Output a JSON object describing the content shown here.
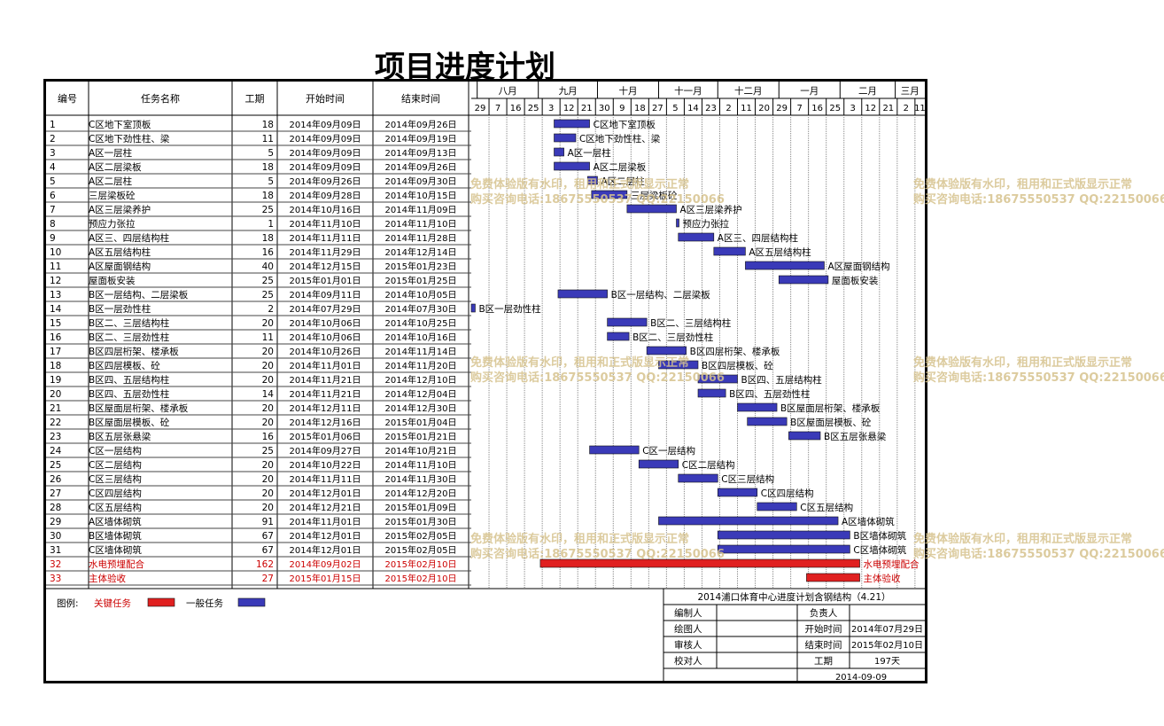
{
  "title": "项目进度计划",
  "table_headers": [
    "编号",
    "任务名称",
    "工期",
    "开始时间",
    "结束时间"
  ],
  "months": [
    "八月",
    "九月",
    "十月",
    "十一月",
    "十二月",
    "一月",
    "二月",
    "三月"
  ],
  "days": [
    "29",
    "7",
    "16",
    "25",
    "3",
    "12",
    "21",
    "30",
    "9",
    "18",
    "27",
    "5",
    "14",
    "23",
    "2",
    "11",
    "20",
    "29",
    "7",
    "16",
    "25",
    "3",
    "12",
    "21",
    "2",
    "11"
  ],
  "chart_data": {
    "type": "gantt",
    "title": "项目进度计划",
    "x_range": [
      "2014-07-29",
      "2015-03-16"
    ],
    "colors": {
      "critical": "#e02020",
      "normal": "#3a3ab8",
      "critical_text": "#cc0000"
    },
    "tasks": [
      {
        "id": "1",
        "name": "C区地下室顶板",
        "days": "18",
        "start": "2014年09月09日",
        "end": "2014年09月26日",
        "s": "2014-09-09",
        "e": "2014-09-26",
        "label": "C区地下室顶板",
        "critical": false
      },
      {
        "id": "2",
        "name": "C区地下劲性柱、梁",
        "days": "11",
        "start": "2014年09月09日",
        "end": "2014年09月19日",
        "s": "2014-09-09",
        "e": "2014-09-19",
        "label": "C区地下劲性柱、梁",
        "critical": false
      },
      {
        "id": "3",
        "name": "A区一层柱",
        "days": "5",
        "start": "2014年09月09日",
        "end": "2014年09月13日",
        "s": "2014-09-09",
        "e": "2014-09-13",
        "label": "A区一层柱",
        "critical": false
      },
      {
        "id": "4",
        "name": "A区二层梁板",
        "days": "18",
        "start": "2014年09月09日",
        "end": "2014年09月26日",
        "s": "2014-09-09",
        "e": "2014-09-26",
        "label": "A区二层梁板",
        "critical": false
      },
      {
        "id": "5",
        "name": "A区二层柱",
        "days": "5",
        "start": "2014年09月26日",
        "end": "2014年09月30日",
        "s": "2014-09-26",
        "e": "2014-09-30",
        "label": "A区二层柱",
        "critical": false
      },
      {
        "id": "6",
        "name": "三层梁板砼",
        "days": "18",
        "start": "2014年09月28日",
        "end": "2014年10月15日",
        "s": "2014-09-28",
        "e": "2014-10-15",
        "label": "三层梁板砼",
        "critical": false
      },
      {
        "id": "7",
        "name": "A区三层梁养护",
        "days": "25",
        "start": "2014年10月16日",
        "end": "2014年11月09日",
        "s": "2014-10-16",
        "e": "2014-11-09",
        "label": "A区三层梁养护",
        "critical": false
      },
      {
        "id": "8",
        "name": "预应力张拉",
        "days": "1",
        "start": "2014年11月10日",
        "end": "2014年11月10日",
        "s": "2014-11-10",
        "e": "2014-11-10",
        "label": "预应力张拉",
        "critical": false
      },
      {
        "id": "9",
        "name": "A区三、四层结构柱",
        "days": "18",
        "start": "2014年11月11日",
        "end": "2014年11月28日",
        "s": "2014-11-11",
        "e": "2014-11-28",
        "label": "A区三、四层结构柱",
        "critical": false
      },
      {
        "id": "10",
        "name": "A区五层结构柱",
        "days": "16",
        "start": "2014年11月29日",
        "end": "2014年12月14日",
        "s": "2014-11-29",
        "e": "2014-12-14",
        "label": "A区五层结构柱",
        "critical": false
      },
      {
        "id": "11",
        "name": "A区屋面钢结构",
        "days": "40",
        "start": "2014年12月15日",
        "end": "2015年01月23日",
        "s": "2014-12-15",
        "e": "2015-01-23",
        "label": "A区屋面钢结构",
        "critical": false
      },
      {
        "id": "12",
        "name": "屋面板安装",
        "days": "25",
        "start": "2015年01月01日",
        "end": "2015年01月25日",
        "s": "2015-01-01",
        "e": "2015-01-25",
        "label": "屋面板安装",
        "critical": false
      },
      {
        "id": "13",
        "name": "B区一层结构、二层梁板",
        "days": "25",
        "start": "2014年09月11日",
        "end": "2014年10月05日",
        "s": "2014-09-11",
        "e": "2014-10-05",
        "label": "B区一层结构、二层梁板",
        "critical": false
      },
      {
        "id": "14",
        "name": "B区一层劲性柱",
        "days": "2",
        "start": "2014年07月29日",
        "end": "2014年07月30日",
        "s": "2014-07-29",
        "e": "2014-07-30",
        "label": "B区一层劲性柱",
        "critical": false
      },
      {
        "id": "15",
        "name": "B区二、三层结构柱",
        "days": "20",
        "start": "2014年10月06日",
        "end": "2014年10月25日",
        "s": "2014-10-06",
        "e": "2014-10-25",
        "label": "B区二、三层结构柱",
        "critical": false
      },
      {
        "id": "16",
        "name": "B区二、三层劲性柱",
        "days": "11",
        "start": "2014年10月06日",
        "end": "2014年10月16日",
        "s": "2014-10-06",
        "e": "2014-10-16",
        "label": "B区二、三层劲性柱",
        "critical": false
      },
      {
        "id": "17",
        "name": "B区四层桁架、楼承板",
        "days": "20",
        "start": "2014年10月26日",
        "end": "2014年11月14日",
        "s": "2014-10-26",
        "e": "2014-11-14",
        "label": "B区四层桁架、楼承板",
        "critical": false
      },
      {
        "id": "18",
        "name": "B区四层模板、砼",
        "days": "20",
        "start": "2014年11月01日",
        "end": "2014年11月20日",
        "s": "2014-11-01",
        "e": "2014-11-20",
        "label": "B区四层模板、砼",
        "critical": false
      },
      {
        "id": "19",
        "name": "B区四、五层结构柱",
        "days": "20",
        "start": "2014年11月21日",
        "end": "2014年12月10日",
        "s": "2014-11-21",
        "e": "2014-12-10",
        "label": "B区四、五层结构柱",
        "critical": false
      },
      {
        "id": "20",
        "name": "B区四、五层劲性柱",
        "days": "14",
        "start": "2014年11月21日",
        "end": "2014年12月04日",
        "s": "2014-11-21",
        "e": "2014-12-04",
        "label": "B区四、五层劲性柱",
        "critical": false
      },
      {
        "id": "21",
        "name": "B区屋面层桁架、楼承板",
        "days": "20",
        "start": "2014年12月11日",
        "end": "2014年12月30日",
        "s": "2014-12-11",
        "e": "2014-12-30",
        "label": "B区屋面层桁架、楼承板",
        "critical": false
      },
      {
        "id": "22",
        "name": "B区屋面层模板、砼",
        "days": "20",
        "start": "2014年12月16日",
        "end": "2015年01月04日",
        "s": "2014-12-16",
        "e": "2015-01-04",
        "label": "B区屋面层模板、砼",
        "critical": false
      },
      {
        "id": "23",
        "name": "B区五层张悬梁",
        "days": "16",
        "start": "2015年01月06日",
        "end": "2015年01月21日",
        "s": "2015-01-06",
        "e": "2015-01-21",
        "label": "B区五层张悬梁",
        "critical": false
      },
      {
        "id": "24",
        "name": "C区一层结构",
        "days": "25",
        "start": "2014年09月27日",
        "end": "2014年10月21日",
        "s": "2014-09-27",
        "e": "2014-10-21",
        "label": "C区一层结构",
        "critical": false
      },
      {
        "id": "25",
        "name": "C区二层结构",
        "days": "20",
        "start": "2014年10月22日",
        "end": "2014年11月10日",
        "s": "2014-10-22",
        "e": "2014-11-10",
        "label": "C区二层结构",
        "critical": false
      },
      {
        "id": "26",
        "name": "C区三层结构",
        "days": "20",
        "start": "2014年11月11日",
        "end": "2014年11月30日",
        "s": "2014-11-11",
        "e": "2014-11-30",
        "label": "C区三层结构",
        "critical": false
      },
      {
        "id": "27",
        "name": "C区四层结构",
        "days": "20",
        "start": "2014年12月01日",
        "end": "2014年12月20日",
        "s": "2014-12-01",
        "e": "2014-12-20",
        "label": "C区四层结构",
        "critical": false
      },
      {
        "id": "28",
        "name": "C区五层结构",
        "days": "20",
        "start": "2014年12月21日",
        "end": "2015年01月09日",
        "s": "2014-12-21",
        "e": "2015-01-09",
        "label": "C区五层结构",
        "critical": false
      },
      {
        "id": "29",
        "name": "A区墙体砌筑",
        "days": "91",
        "start": "2014年11月01日",
        "end": "2015年01月30日",
        "s": "2014-11-01",
        "e": "2015-01-30",
        "label": "A区墙体砌筑",
        "critical": false
      },
      {
        "id": "30",
        "name": "B区墙体砌筑",
        "days": "67",
        "start": "2014年12月01日",
        "end": "2015年02月05日",
        "s": "2014-12-01",
        "e": "2015-02-05",
        "label": "B区墙体砌筑",
        "critical": false
      },
      {
        "id": "31",
        "name": "C区墙体砌筑",
        "days": "67",
        "start": "2014年12月01日",
        "end": "2015年02月05日",
        "s": "2014-12-01",
        "e": "2015-02-05",
        "label": "C区墙体砌筑",
        "critical": false
      },
      {
        "id": "32",
        "name": "水电预埋配合",
        "days": "162",
        "start": "2014年09月02日",
        "end": "2015年02月10日",
        "s": "2014-09-02",
        "e": "2015-02-10",
        "label": "水电预埋配合",
        "critical": true
      },
      {
        "id": "33",
        "name": "主体验收",
        "days": "27",
        "start": "2015年01月15日",
        "end": "2015年02月10日",
        "s": "2015-01-15",
        "e": "2015-02-10",
        "label": "主体验收",
        "critical": true
      }
    ]
  },
  "legend": {
    "prefix": "图例:",
    "critical_label": "关键任务",
    "normal_label": "一般任务"
  },
  "info": {
    "header": "2014浦口体育中心进度计划含钢结构（4.21）",
    "rows": [
      [
        "编制人",
        "",
        "负责人",
        ""
      ],
      [
        "绘图人",
        "",
        "开始时间",
        "2014年07月29日"
      ],
      [
        "审核人",
        "",
        "结束时间",
        "2015年02月10日"
      ],
      [
        "校对人",
        "",
        "工期",
        "197天"
      ]
    ],
    "date": "2014-09-09"
  },
  "watermark": {
    "line1": "免费体验版有水印，租用和正式版显示正常",
    "line2": "购买咨询电话:18675550537 QQ:22150066"
  }
}
